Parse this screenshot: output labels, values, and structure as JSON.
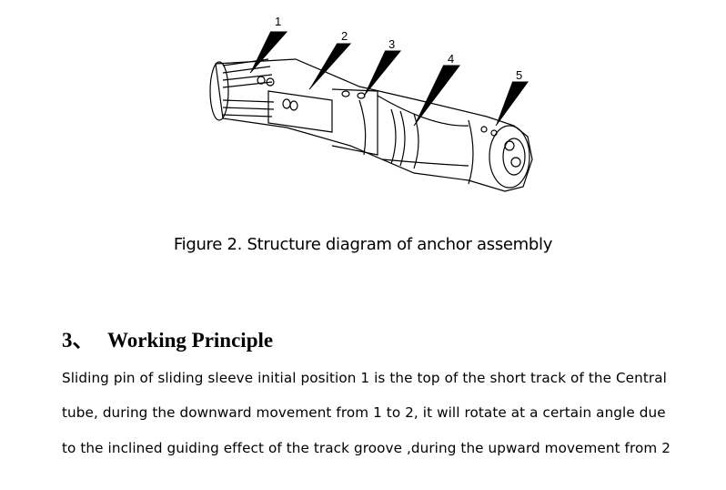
{
  "figure": {
    "part_labels": [
      "1",
      "2",
      "3",
      "4",
      "5"
    ],
    "caption": "Figure 2. Structure diagram of anchor assembly"
  },
  "section": {
    "number": "3、",
    "title": "Working Principle"
  },
  "body_lines": [
    "Sliding pin of sliding sleeve initial position 1 is the top of the short track of the Central",
    "tube, during the downward movement from 1 to 2, it will rotate at a certain angle due",
    "to the inclined guiding effect of the track groove ,during the upward movement from 2"
  ]
}
